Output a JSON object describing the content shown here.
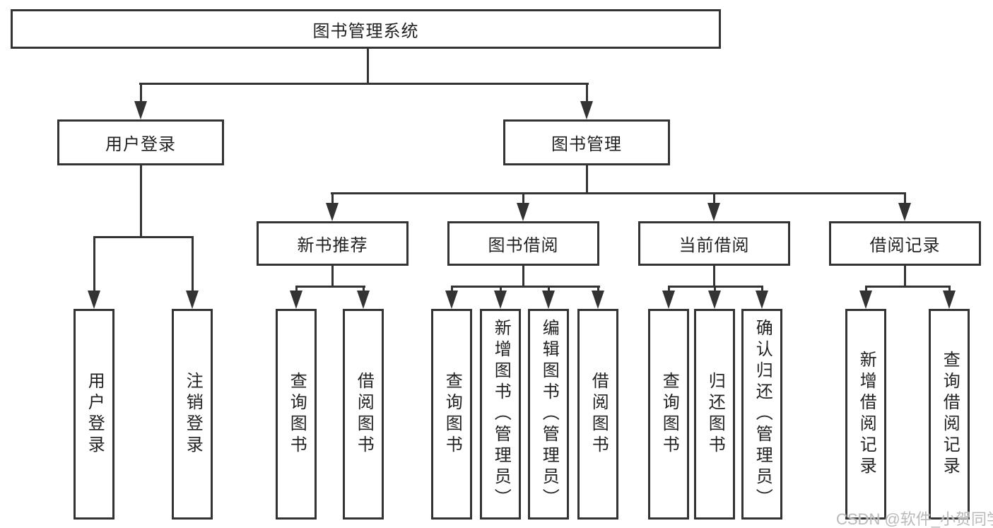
{
  "tree": {
    "root": {
      "label": "图书管理系统"
    },
    "l2": [
      {
        "label": "用户登录"
      },
      {
        "label": "图书管理"
      }
    ],
    "l3": [
      {
        "label": "新书推荐"
      },
      {
        "label": "图书借阅"
      },
      {
        "label": "当前借阅"
      },
      {
        "label": "借阅记录"
      }
    ],
    "leaves": [
      {
        "label": "用户登录"
      },
      {
        "label": "注销登录"
      },
      {
        "label": "查询图书"
      },
      {
        "label": "借阅图书"
      },
      {
        "label": "查询图书"
      },
      {
        "label": "新增图书（管理员）"
      },
      {
        "label": "编辑图书（管理员）"
      },
      {
        "label": "借阅图书"
      },
      {
        "label": "查询图书"
      },
      {
        "label": "归还图书"
      },
      {
        "label": "确认归还（管理员）"
      },
      {
        "label": "新增借阅记录"
      },
      {
        "label": "查询借阅记录"
      }
    ]
  },
  "watermark": "CSDN @软件_小贺同学",
  "colors": {
    "line": "#333333",
    "box_border": "#333333",
    "box_fill": "#ffffff",
    "text": "#222222",
    "watermark": "#b9b9b9",
    "background": "#ffffff"
  }
}
